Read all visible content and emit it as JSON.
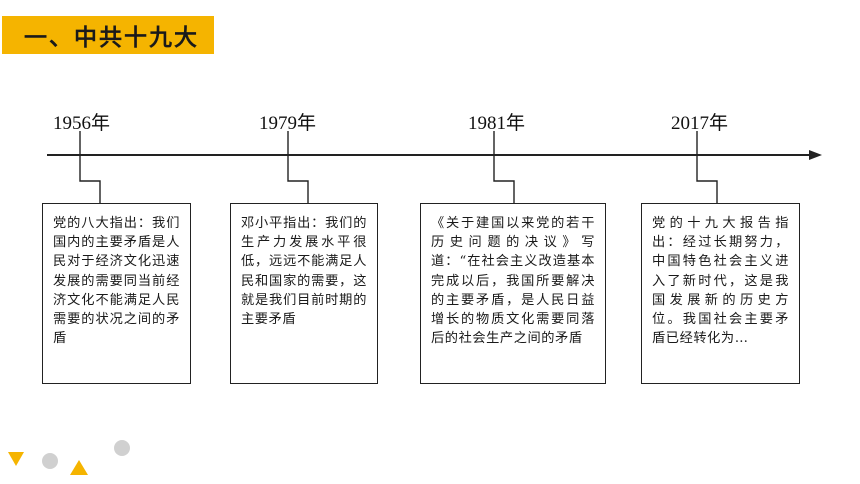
{
  "title": "一、中共十九大",
  "colors": {
    "accent": "#f5b400",
    "line": "#222222",
    "dot": "#d0d0d0"
  },
  "timeline": [
    {
      "year": "1956年",
      "text": "党的八大指出：我们国内的主要矛盾是人民对于经济文化迅速发展的需要同当前经济文化不能满足人民需要的状况之间的矛盾"
    },
    {
      "year": "1979年",
      "text": "邓小平指出：我们的生产力发展水平很低，远远不能满足人民和国家的需要，这就是我们目前时期的主要矛盾"
    },
    {
      "year": "1981年",
      "text": "《关于建国以来党的若干历史问题的决议》写道：“在社会主义改造基本完成以后，我国所要解决的主要矛盾，是人民日益增长的物质文化需要同落后的社会生产之间的矛盾"
    },
    {
      "year": "2017年",
      "text": "党的十九大报告指出：经过长期努力，中国特色社会主义进入了新时代，这是我国发展新的历史方位。我国社会主要矛盾已经转化为…"
    }
  ],
  "decor_icons": [
    "triangle-down-icon",
    "circle-icon",
    "triangle-up-icon",
    "circle-icon"
  ]
}
